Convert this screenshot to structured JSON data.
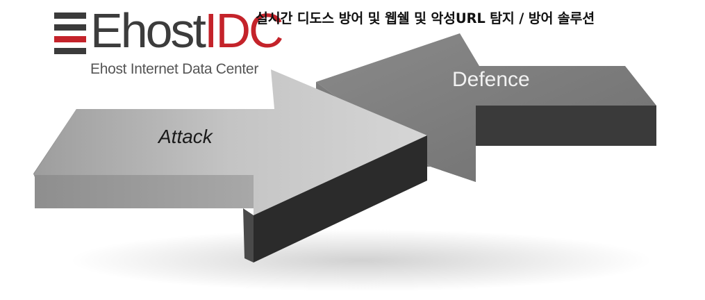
{
  "logo": {
    "word_dark": "Ehost",
    "word_red": "IDC",
    "subtitle": "Ehost Internet Data Center",
    "colors": {
      "dark": "#3c3c3c",
      "red": "#c4232a"
    }
  },
  "headline": "실시간 디도스 방어 및 웹쉘 및 악성URL  탐지 / 방어 솔루션",
  "arrows": {
    "attack_label": "Attack",
    "defence_label": "Defence"
  }
}
